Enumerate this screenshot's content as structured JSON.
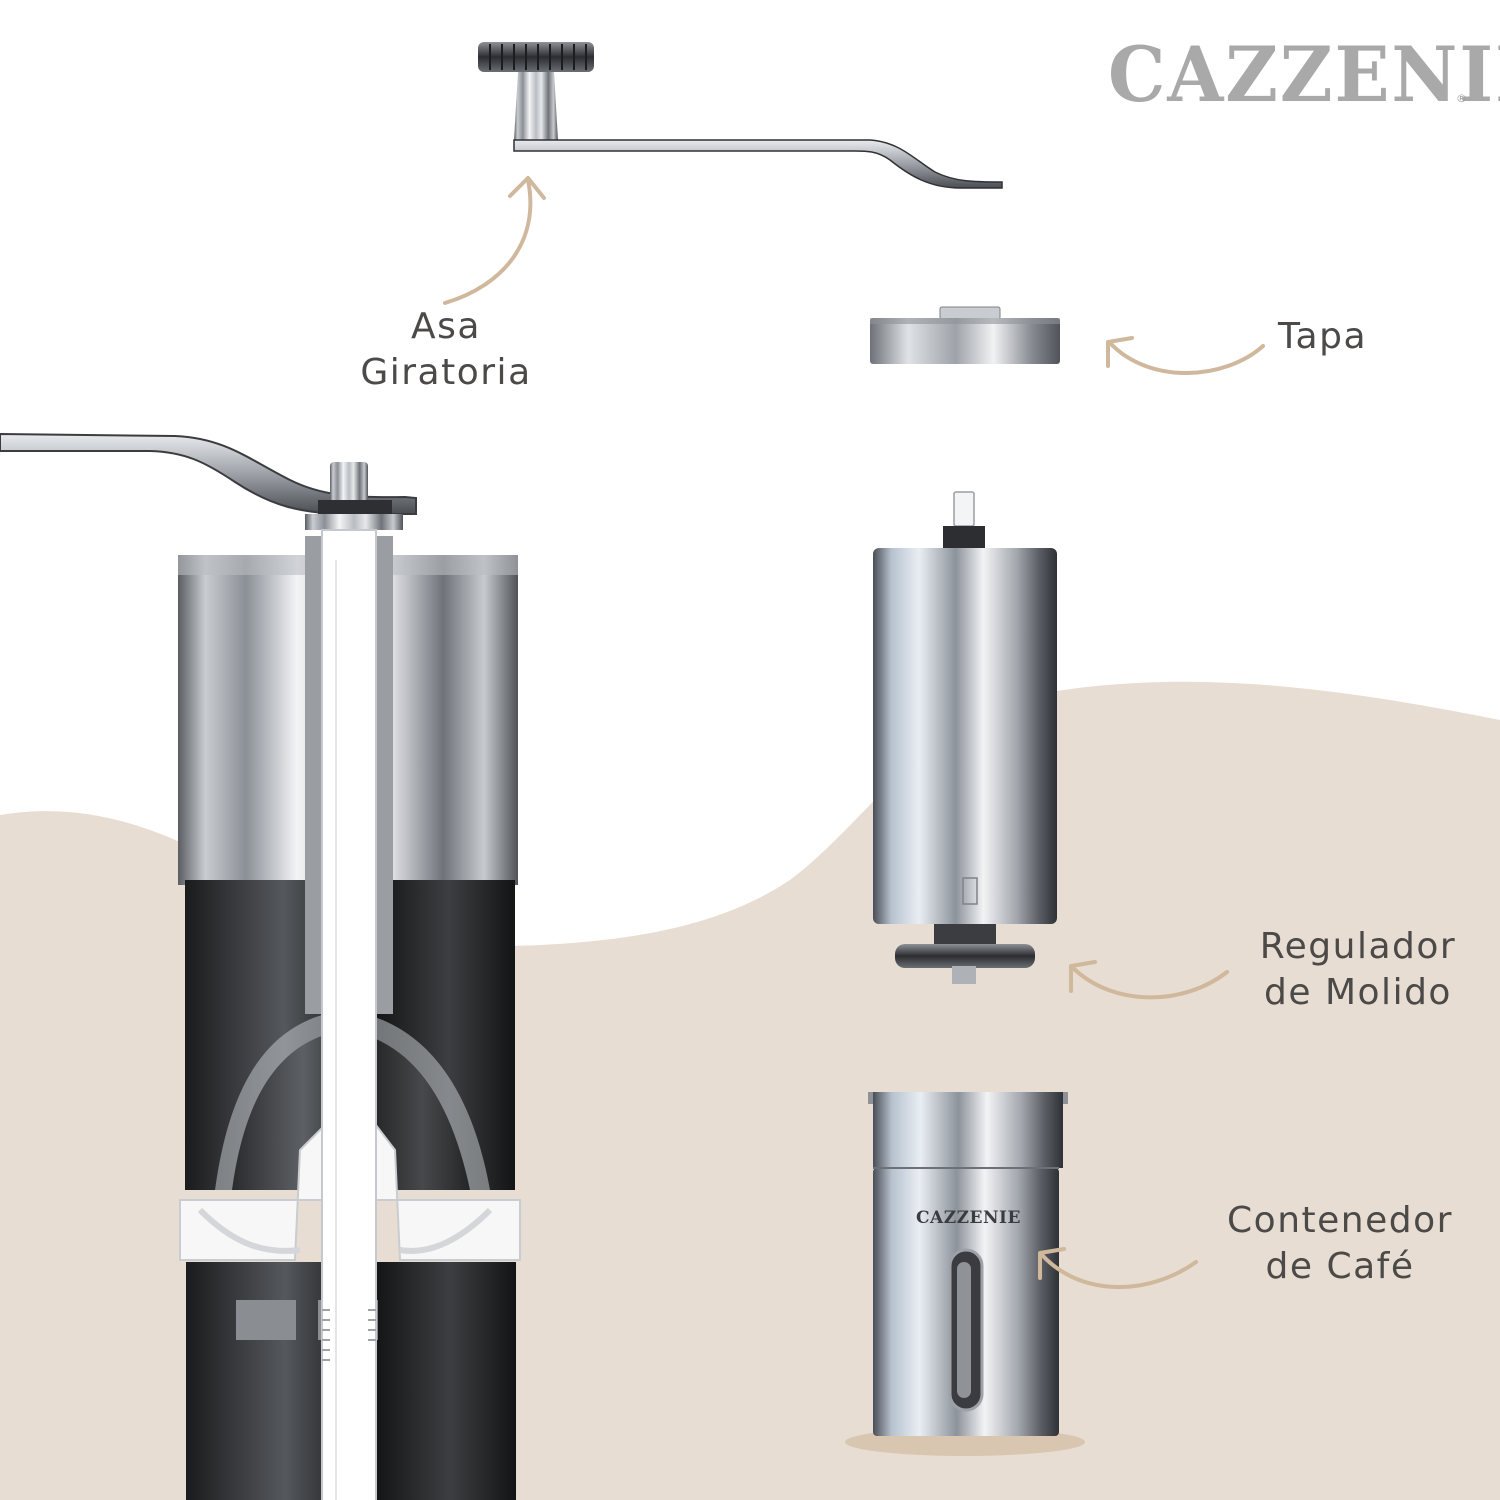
{
  "brand": {
    "logo_text": "CAZZENIE",
    "registered_mark": "®",
    "container_logo_text": "CAZZENIE"
  },
  "labels": {
    "handle": {
      "line1": "Asa",
      "line2": "Giratoria"
    },
    "lid": {
      "line1": "Tapa"
    },
    "grind_regulator": {
      "line1": "Regulador",
      "line2": "de Molido"
    },
    "coffee_container": {
      "line1": "Contenedor",
      "line2": "de Café"
    }
  },
  "colors": {
    "background_top": "#ffffff",
    "background_wave": "#e8ddd2",
    "arrow": "#cfb89c",
    "label_text": "#4b4a49",
    "logo": "#a9a9a9"
  },
  "icons": [
    "curved-arrow-icon"
  ]
}
